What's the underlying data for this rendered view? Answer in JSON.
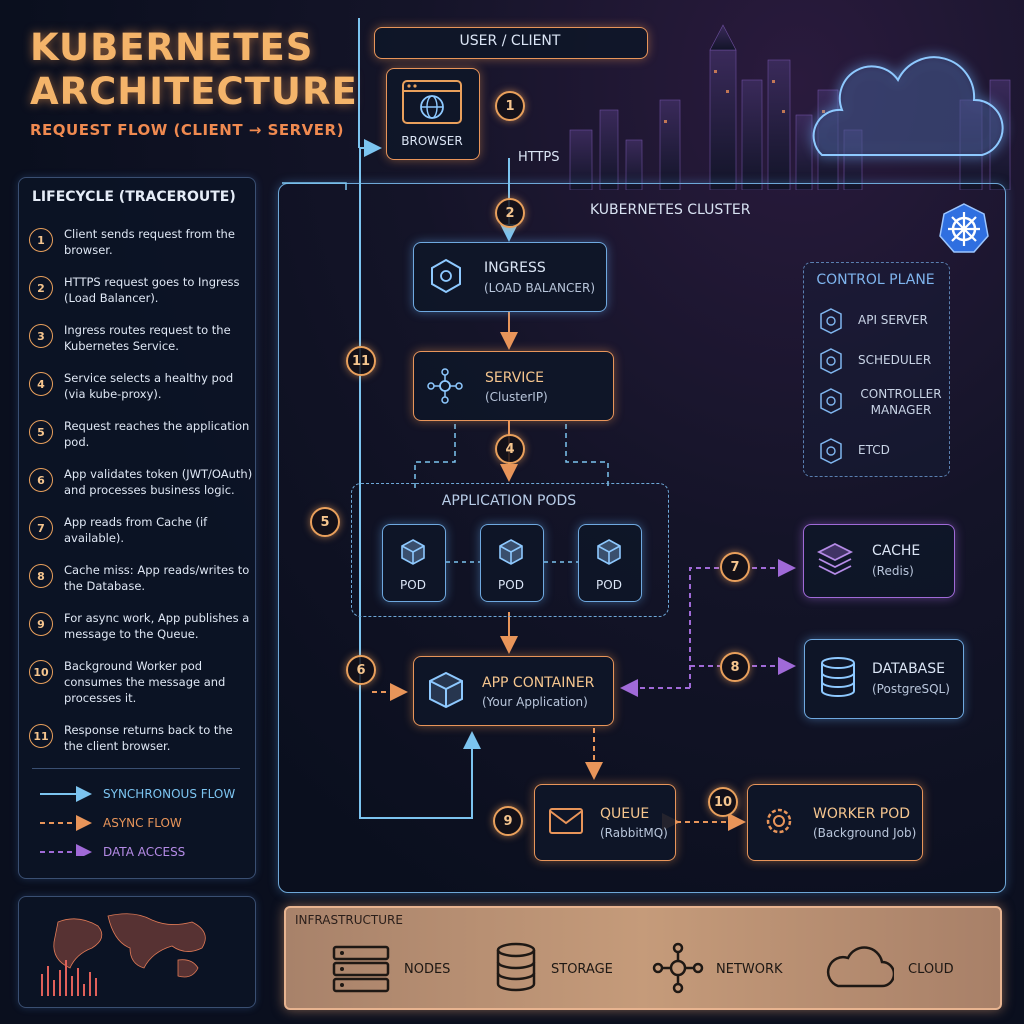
{
  "header": {
    "title_line1": "KUBERNETES",
    "title_line2": "ARCHITECTURE",
    "subtitle": "REQUEST FLOW (CLIENT → SERVER)"
  },
  "lifecycle": {
    "title": "LIFECYCLE (TRACEROUTE)",
    "steps": [
      {
        "n": "1",
        "text": "Client sends request from the browser."
      },
      {
        "n": "2",
        "text": "HTTPS request goes to Ingress (Load Balancer)."
      },
      {
        "n": "3",
        "text": "Ingress routes request to the Kubernetes Service."
      },
      {
        "n": "4",
        "text": "Service selects a healthy pod (via kube-proxy)."
      },
      {
        "n": "5",
        "text": "Request reaches the application pod."
      },
      {
        "n": "6",
        "text": "App validates token (JWT/OAuth) and processes business logic."
      },
      {
        "n": "7",
        "text": "App reads from Cache (if available)."
      },
      {
        "n": "8",
        "text": "Cache miss: App reads/writes to the Database."
      },
      {
        "n": "9",
        "text": "For async work, App publishes a message to the Queue."
      },
      {
        "n": "10",
        "text": "Background Worker pod consumes the message and processes it."
      },
      {
        "n": "11",
        "text": "Response returns back to the the client browser."
      }
    ],
    "legend": {
      "sync": "SYNCHRONOUS FLOW",
      "async": "ASYNC FLOW",
      "data": "DATA ACCESS"
    }
  },
  "client": {
    "label": "USER / CLIENT",
    "browser": "BROWSER",
    "https": "HTTPS"
  },
  "cluster": {
    "title": "KUBERNETES CLUSTER",
    "ingress": {
      "title": "INGRESS",
      "sub": "(LOAD BALANCER)"
    },
    "service": {
      "title": "SERVICE",
      "sub": "(ClusterIP)"
    },
    "pods_title": "APPLICATION PODS",
    "pods": [
      "POD",
      "POD",
      "POD"
    ],
    "app": {
      "title": "APP CONTAINER",
      "sub": "(Your Application)"
    },
    "cache": {
      "title": "CACHE",
      "sub": "(Redis)"
    },
    "database": {
      "title": "DATABASE",
      "sub": "(PostgreSQL)"
    },
    "queue": {
      "title": "QUEUE",
      "sub": "(RabbitMQ)"
    },
    "worker": {
      "title": "WORKER POD",
      "sub": "(Background Job)"
    },
    "control_plane": {
      "title": "CONTROL PLANE",
      "items": [
        "API SERVER",
        "SCHEDULER",
        "CONTROLLER MANAGER",
        "ETCD"
      ]
    },
    "flow_numbers": [
      "1",
      "2",
      "4",
      "5",
      "6",
      "7",
      "8",
      "9",
      "10",
      "11"
    ]
  },
  "infrastructure": {
    "title": "INFRASTRUCTURE",
    "items": [
      "NODES",
      "STORAGE",
      "NETWORK",
      "CLOUD"
    ]
  },
  "colors": {
    "sync": "#7cc4f0",
    "async": "#e8955a",
    "data": "#a06ad8",
    "title": "#f4b46a"
  }
}
